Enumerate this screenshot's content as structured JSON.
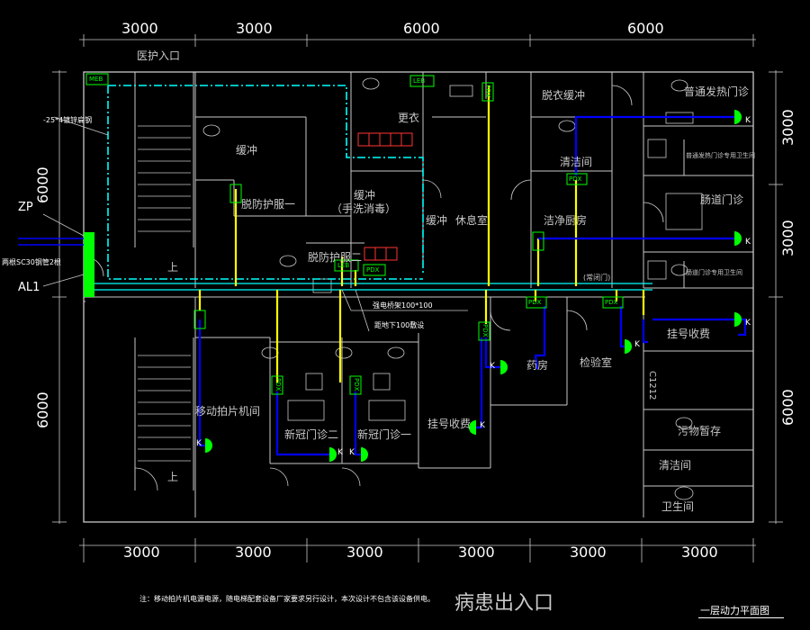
{
  "dimensions": {
    "top": [
      "3000",
      "3000",
      "6000",
      "6000"
    ],
    "bottom": [
      "3000",
      "3000",
      "3000",
      "3000",
      "3000",
      "3000"
    ],
    "left": [
      "6000",
      "6000"
    ],
    "right": [
      "3000",
      "3000",
      "6000"
    ]
  },
  "rooms": {
    "entrance_staff": "医护入口",
    "buffer_1": "缓冲",
    "remove_protective": "脱防护服一",
    "buffer_wash": "缓冲",
    "wash_disinfect": "（手洗消毒）",
    "remove_2": "脱防护服二",
    "dress": "更衣",
    "remove_buffer": "脱衣缓冲",
    "clean_room": "清洁间",
    "buffer_2": "缓冲",
    "rest": "休息室",
    "clean_kitchen": "洁净厨房",
    "fever_clinic": "普通发热门诊",
    "fever_toilet": "普通发热门诊专用卫生间",
    "gi_clinic": "肠道门诊",
    "gi_toilet": "肠道门诊专用卫生间",
    "mobile_xray": "移动拍片机间",
    "covid_clinic_2": "新冠门诊二",
    "covid_clinic_1": "新冠门诊一",
    "registration_1": "挂号收费",
    "pharmacy": "药房",
    "lab": "检验室",
    "registration_2": "挂号收费",
    "waste": "污物暂存",
    "cleaning": "清洁间",
    "toilet": "卫生间",
    "up_1": "上",
    "up_2": "上",
    "often_open": "(常闭门)"
  },
  "labels": {
    "zp": "ZP",
    "al1": "AL1",
    "pipe_note": "两根SC30钢管2根",
    "ground_note": "-25*4镀锌扁钢",
    "tray_note_1": "强电桥架100*100",
    "tray_note_2": "距地下100敷设",
    "c1212": "C1212"
  },
  "equipment_tags": {
    "meb": "MEB",
    "leb": "LEB",
    "pdx": "PDX",
    "k": "K"
  },
  "footer": {
    "note": "注：移动拍片机电源电源，随电梯配套设备厂家要求另行设计，本次设计不包含该设备供电。",
    "title": "病患出入口",
    "drawing_name": "一层动力平面图"
  },
  "colors": {
    "background": "#000000",
    "walls": "#c8c8c8",
    "power_line": "#ffff00",
    "branch_line": "#0000ff",
    "grounding": "#00ffff",
    "panel": "#00ff00"
  }
}
